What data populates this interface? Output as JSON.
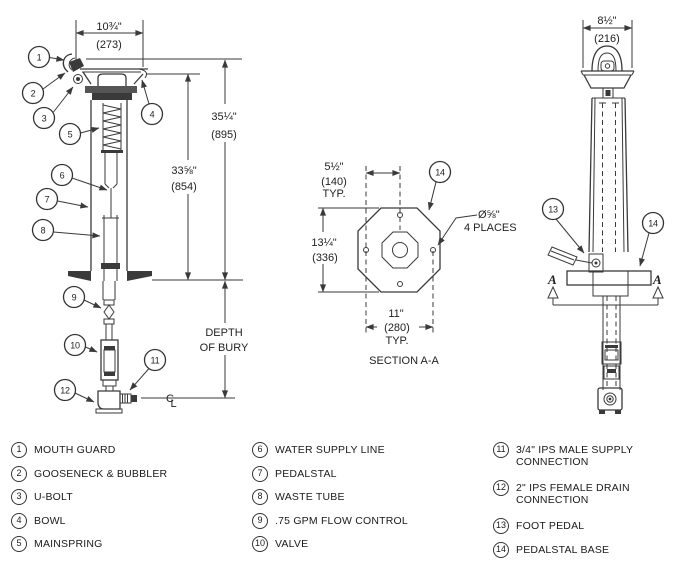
{
  "views": {
    "left": {
      "dim_width": {
        "in": "10¾\"",
        "mm": "(273)"
      },
      "dim_h1": {
        "in": "35¼\"",
        "mm": "(895)"
      },
      "dim_h2": {
        "in": "33⅝\"",
        "mm": "(854)"
      },
      "depth1": "DEPTH",
      "depth2": "OF BURY",
      "cl_c": "C",
      "cl_l": "L"
    },
    "section": {
      "dim_spacing": {
        "in": "5½\"",
        "mm": "(140)",
        "typ": "TYP."
      },
      "dim_h": {
        "in": "13¼\"",
        "mm": "(336)"
      },
      "dim_w": {
        "in": "11\"",
        "mm": "(280)",
        "typ": "TYP."
      },
      "note1": "Ø⅝\"",
      "note2": "4 PLACES",
      "title": "SECTION A-A"
    },
    "right": {
      "dim_width": {
        "in": "8½\"",
        "mm": "(216)"
      },
      "sec_letter": "A"
    }
  },
  "parts": [
    {
      "num": "1",
      "label": "MOUTH GUARD"
    },
    {
      "num": "2",
      "label": "GOOSENECK & BUBBLER"
    },
    {
      "num": "3",
      "label": "U-BOLT"
    },
    {
      "num": "4",
      "label": "BOWL"
    },
    {
      "num": "5",
      "label": "MAINSPRING"
    },
    {
      "num": "6",
      "label": "WATER SUPPLY LINE"
    },
    {
      "num": "7",
      "label": "PEDALSTAL"
    },
    {
      "num": "8",
      "label": "WASTE TUBE"
    },
    {
      "num": "9",
      "label": ".75 GPM FLOW CONTROL"
    },
    {
      "num": "10",
      "label": "VALVE"
    },
    {
      "num": "11",
      "label": "3/4\" IPS MALE SUPPLY",
      "label2": "CONNECTION"
    },
    {
      "num": "12",
      "label": "2\" IPS FEMALE DRAIN",
      "label2": "CONNECTION"
    },
    {
      "num": "13",
      "label": "FOOT PEDAL"
    },
    {
      "num": "14",
      "label": "PEDALSTAL BASE"
    }
  ]
}
